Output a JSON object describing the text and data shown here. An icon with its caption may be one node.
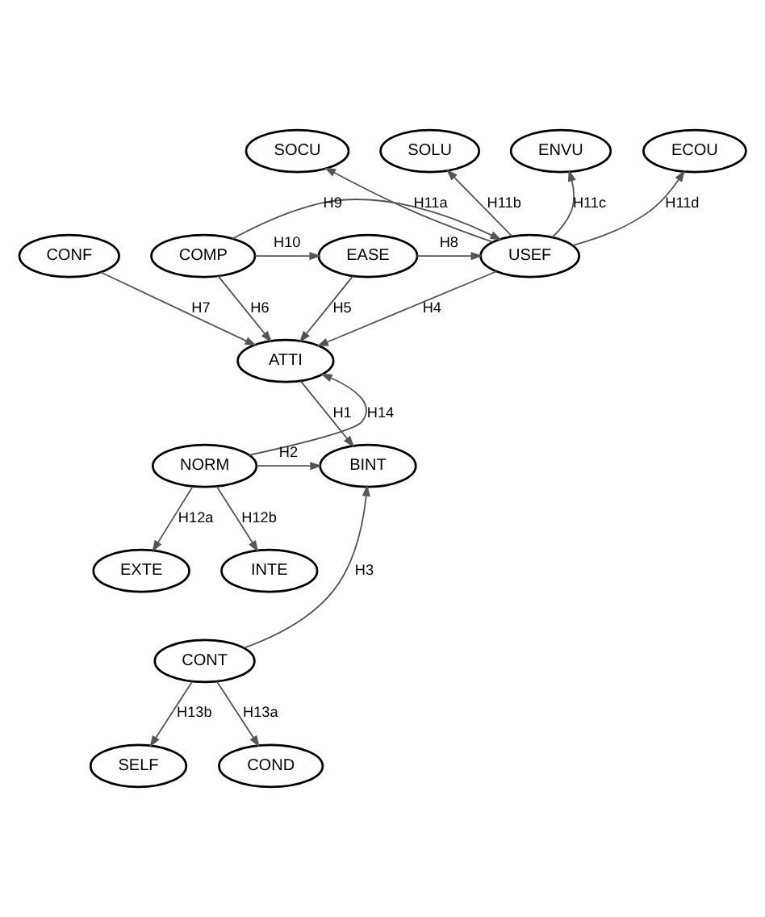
{
  "diagram": {
    "nodes": [
      {
        "text": [
          "SOCU"
        ]
      },
      {
        "text": [
          "SOLU"
        ]
      },
      {
        "text": [
          "ENVU"
        ]
      },
      {
        "text": [
          "ECOU"
        ]
      },
      {
        "text": [
          "CONF"
        ]
      },
      {
        "text": [
          "COMP"
        ]
      },
      {
        "text": [
          "EASE"
        ]
      },
      {
        "text": [
          "USEF"
        ]
      },
      {
        "text": [
          "ATTI"
        ]
      },
      {
        "text": [
          "NORM"
        ]
      },
      {
        "text": [
          "BINT"
        ]
      },
      {
        "text": [
          "INTE"
        ]
      },
      {
        "text": [
          "EXTE"
        ]
      },
      {
        "text": [
          "CONT"
        ]
      },
      {
        "text": [
          "SELF"
        ]
      },
      {
        "text": [
          "COND"
        ]
      }
    ],
    "edges": [
      {
        "from": 7,
        "to": 0,
        "arrow": "to",
        "label": "H11a"
      },
      {
        "from": 7,
        "to": 1,
        "arrow": "to",
        "label": "H11b"
      },
      {
        "from": 7,
        "to": 2,
        "arrow": "to",
        "label": "H11c"
      },
      {
        "from": 7,
        "to": 3,
        "arrow": "to",
        "label": "H11d"
      },
      {
        "from": 5,
        "to": 7,
        "arrow": "to",
        "label": "H9"
      },
      {
        "from": 5,
        "to": 6,
        "arrow": "to",
        "label": "H10"
      },
      {
        "from": 6,
        "to": 7,
        "arrow": "to",
        "label": "H8"
      },
      {
        "from": 4,
        "to": 8,
        "arrow": "to",
        "label": "H7"
      },
      {
        "from": 5,
        "to": 8,
        "arrow": "to",
        "label": "H6"
      },
      {
        "from": 6,
        "to": 8,
        "arrow": "to",
        "label": "H5"
      },
      {
        "from": 7,
        "to": 8,
        "arrow": "to",
        "label": "H4"
      },
      {
        "from": 8,
        "to": 10,
        "arrow": "to",
        "label": "H1"
      },
      {
        "from": 9,
        "to": 8,
        "arrow": "to",
        "label": "H14"
      },
      {
        "from": 9,
        "to": 10,
        "arrow": "to",
        "label": "H2"
      },
      {
        "from": 9,
        "to": 11,
        "arrow": "to",
        "label": "H12b"
      },
      {
        "from": 9,
        "to": 12,
        "arrow": "to",
        "label": "H12a"
      },
      {
        "from": 13,
        "to": 10,
        "arrow": "to",
        "label": "H3"
      },
      {
        "from": 13,
        "to": 14,
        "arrow": "to",
        "label": "H13b"
      },
      {
        "from": 13,
        "to": 15,
        "arrow": "to",
        "label": "H13a"
      }
    ]
  }
}
